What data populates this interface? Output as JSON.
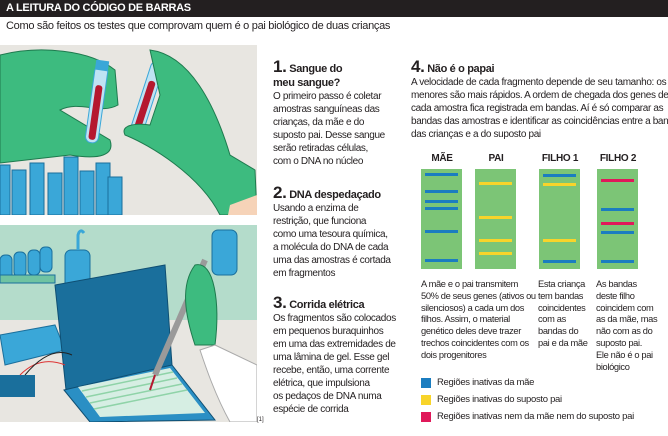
{
  "header": {
    "title": "A LEITURA DO CÓDIGO DE BARRAS",
    "subtitle": "Como são feitos os testes que comprovam quem é o pai biológico de duas crianças"
  },
  "steps": [
    {
      "num": "1.",
      "title": [
        "Sangue do",
        "meu sangue?"
      ],
      "body": [
        "O primeiro passo é coletar",
        "amostras sanguíneas das",
        "crianças, da mãe e do",
        "suposto pai. Desse sangue",
        "serão retiradas células,",
        "com o DNA no núcleo"
      ]
    },
    {
      "num": "2.",
      "title": [
        "DNA despedaçado"
      ],
      "body": [
        "Usando a enzima de",
        "restrição, que funciona",
        "como uma tesoura química,",
        "a molécula do DNA de cada",
        "uma das amostras é cortada",
        "em fragmentos"
      ]
    },
    {
      "num": "3.",
      "title": [
        "Corrida elétrica"
      ],
      "body": [
        "Os fragmentos são colocados",
        "em pequenos buraquinhos",
        "em uma das extremidades de",
        "uma lâmina de gel. Esse gel",
        "recebe, então, uma corrente",
        "elétrica, que impulsiona",
        "os pedaços de DNA numa",
        "espécie de corrida"
      ]
    },
    {
      "num": "4.",
      "title": [
        "Não é o papai"
      ],
      "body": [
        "A velocidade de cada fragmento depende de seu tamanho: os",
        "menores são mais rápidos. A ordem de chegada dos genes de",
        "cada amostra fica registrada em bandas. Aí é só comparar as",
        "bandas das amostras e identificar as coincidências entre a banda",
        "das crianças e a do suposto pai"
      ]
    }
  ],
  "colors": {
    "mae": "#1b7dc0",
    "pai": "#f8d42a",
    "none": "#e0195a",
    "gel": "#7cc576"
  },
  "lanes": [
    {
      "label": "MÃE",
      "bands": [
        {
          "pos": 0.05,
          "c": "mae"
        },
        {
          "pos": 0.22,
          "c": "mae"
        },
        {
          "pos": 0.32,
          "c": "mae"
        },
        {
          "pos": 0.39,
          "c": "mae"
        },
        {
          "pos": 0.62,
          "c": "mae"
        },
        {
          "pos": 0.91,
          "c": "mae"
        }
      ]
    },
    {
      "label": "PAI",
      "bands": [
        {
          "pos": 0.14,
          "c": "pai"
        },
        {
          "pos": 0.48,
          "c": "pai"
        },
        {
          "pos": 0.71,
          "c": "pai"
        },
        {
          "pos": 0.84,
          "c": "pai"
        }
      ]
    },
    {
      "label": "FILHO 1",
      "bands": [
        {
          "pos": 0.06,
          "c": "mae"
        },
        {
          "pos": 0.15,
          "c": "pai"
        },
        {
          "pos": 0.71,
          "c": "pai"
        },
        {
          "pos": 0.92,
          "c": "mae"
        }
      ]
    },
    {
      "label": "FILHO 2",
      "bands": [
        {
          "pos": 0.11,
          "c": "none"
        },
        {
          "pos": 0.4,
          "c": "mae"
        },
        {
          "pos": 0.54,
          "c": "none"
        },
        {
          "pos": 0.63,
          "c": "mae"
        },
        {
          "pos": 0.92,
          "c": "mae"
        }
      ]
    }
  ],
  "captions": [
    [
      "A mãe e o pai transmitem",
      "50% de seus genes (ativos ou",
      "silenciosos) a cada um dos",
      "filhos. Assim, o material",
      "genético deles deve trazer",
      "trechos coincidentes com os",
      "dois progenitores"
    ],
    [
      "Esta criança",
      "tem bandas",
      "coincidentes",
      "com as",
      "bandas do",
      "pai e da mãe"
    ],
    [
      "As bandas",
      "deste filho",
      "coincidem com",
      "as da mãe, mas",
      "não com as do",
      "suposto pai.",
      "Ele não é o pai",
      "biológico"
    ]
  ],
  "legend": [
    {
      "label": "Regiões inativas da mãe",
      "c": "mae"
    },
    {
      "label": "Regiões inativas do suposto pai",
      "c": "pai"
    },
    {
      "label": "Regiões inativas nem da mãe nem do suposto pai",
      "c": "none"
    }
  ],
  "credit": "[1]"
}
